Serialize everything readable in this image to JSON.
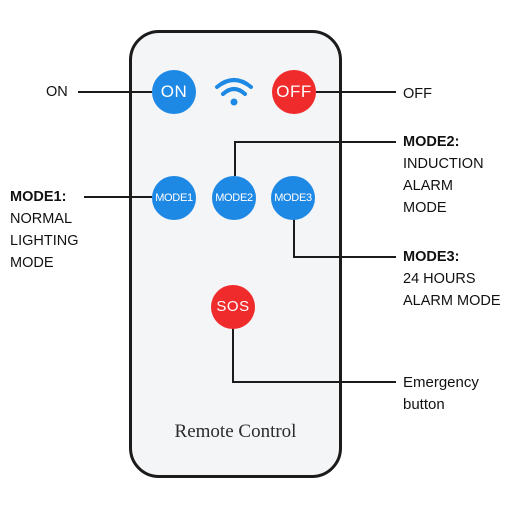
{
  "remote": {
    "title": "Remote Control",
    "buttons": {
      "on": "ON",
      "off": "OFF",
      "mode1": "MODE1",
      "mode2": "MODE2",
      "mode3": "MODE3",
      "sos": "SOS"
    },
    "wifi_icon": "wifi-icon"
  },
  "labels": {
    "on": "ON",
    "off": "OFF",
    "mode1": {
      "heading": "MODE1:",
      "lines": [
        "NORMAL",
        "LIGHTING",
        "MODE"
      ]
    },
    "mode2": {
      "heading": "MODE2:",
      "lines": [
        "INDUCTION",
        "ALARM",
        "MODE"
      ]
    },
    "mode3": {
      "heading": "MODE3:",
      "lines": [
        "24 HOURS",
        "ALARM MODE"
      ]
    },
    "sos": {
      "lines": [
        "Emergency",
        "button"
      ]
    }
  },
  "colors": {
    "blue_button": "#1e88e5",
    "red_button": "#f02b2b",
    "outline": "#1b1b1b",
    "remote_body": "#f4f5f7"
  }
}
